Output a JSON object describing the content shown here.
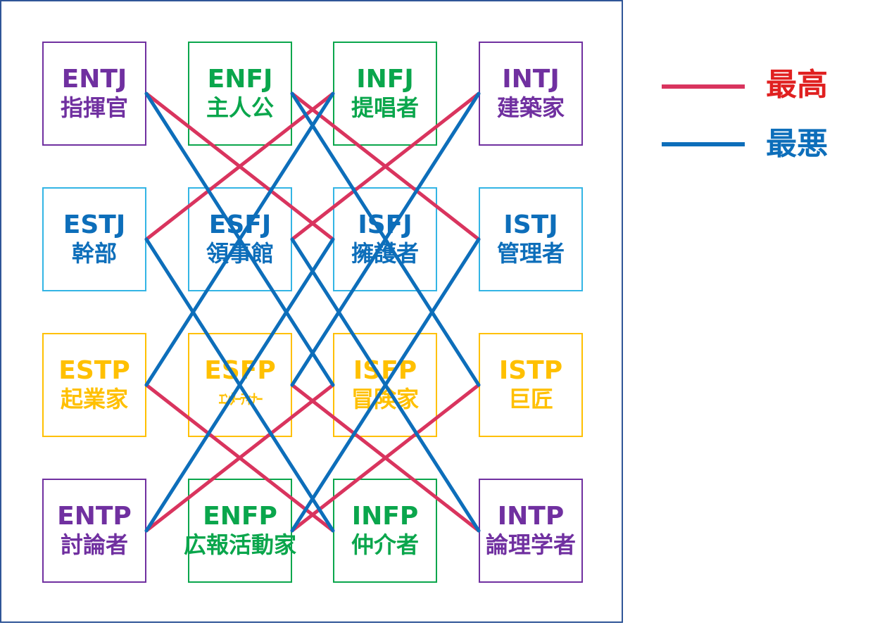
{
  "colors": {
    "frame": "#2f5597",
    "best": "#d9345e",
    "worst": "#0d6eba",
    "legend_best_text": "#e02020",
    "legend_worst_text": "#0d6eba",
    "purple": "#7030a0",
    "green": "#0aa64c",
    "blue": "#0d6eba",
    "box_blue_border": "#33b5e5",
    "yellow": "#ffc000"
  },
  "types": [
    {
      "code": "ENTJ",
      "name": "指揮官",
      "color": "purple"
    },
    {
      "code": "ENFJ",
      "name": "主人公",
      "color": "green"
    },
    {
      "code": "INFJ",
      "name": "提唱者",
      "color": "green"
    },
    {
      "code": "INTJ",
      "name": "建築家",
      "color": "purple"
    },
    {
      "code": "ESTJ",
      "name": "幹部",
      "color": "blue"
    },
    {
      "code": "ESFJ",
      "name": "領事館",
      "color": "blue"
    },
    {
      "code": "ISFJ",
      "name": "擁護者",
      "color": "blue"
    },
    {
      "code": "ISTJ",
      "name": "管理者",
      "color": "blue"
    },
    {
      "code": "ESTP",
      "name": "起業家",
      "color": "yellow"
    },
    {
      "code": "ESFP",
      "name": "ｴﾝﾀｰﾃｨﾅｰ",
      "color": "yellow"
    },
    {
      "code": "ISFP",
      "name": "冒険家",
      "color": "yellow"
    },
    {
      "code": "ISTP",
      "name": "巨匠",
      "color": "yellow"
    },
    {
      "code": "ENTP",
      "name": "討論者",
      "color": "purple"
    },
    {
      "code": "ENFP",
      "name": "広報活動家",
      "color": "green"
    },
    {
      "code": "INFP",
      "name": "仲介者",
      "color": "green"
    },
    {
      "code": "INTP",
      "name": "論理学者",
      "color": "purple"
    }
  ],
  "legend": {
    "best": "最高",
    "worst": "最悪"
  },
  "links": [
    {
      "type": "best",
      "from": "ENTJ",
      "to": "ISFJ"
    },
    {
      "type": "best",
      "from": "ENFJ",
      "to": "ISTJ"
    },
    {
      "type": "best",
      "from": "INFJ",
      "to": "ESTJ"
    },
    {
      "type": "best",
      "from": "INTJ",
      "to": "ESFJ"
    },
    {
      "type": "best",
      "from": "ESTP",
      "to": "INFP"
    },
    {
      "type": "best",
      "from": "ESFP",
      "to": "INTP"
    },
    {
      "type": "best",
      "from": "ISFP",
      "to": "ENTP"
    },
    {
      "type": "best",
      "from": "ISTP",
      "to": "ENFP"
    },
    {
      "type": "worst",
      "from": "ENTJ",
      "to": "ISFP"
    },
    {
      "type": "worst",
      "from": "ENFJ",
      "to": "ISTP"
    },
    {
      "type": "worst",
      "from": "INFJ",
      "to": "ESTP"
    },
    {
      "type": "worst",
      "from": "INTJ",
      "to": "ESFP"
    },
    {
      "type": "worst",
      "from": "ESTJ",
      "to": "INFP"
    },
    {
      "type": "worst",
      "from": "ESFJ",
      "to": "INTP"
    },
    {
      "type": "worst",
      "from": "ISFJ",
      "to": "ENTP"
    },
    {
      "type": "worst",
      "from": "ISTJ",
      "to": "ENFP"
    }
  ]
}
